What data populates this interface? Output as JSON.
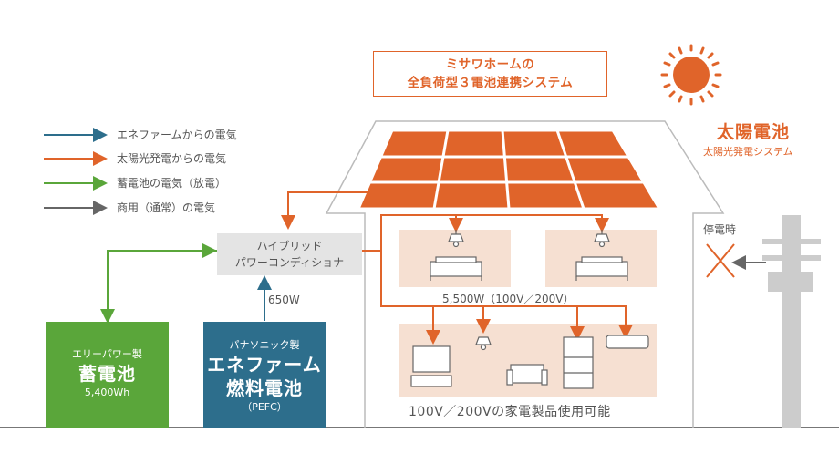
{
  "title": {
    "line1": "ミサワホームの",
    "line2": "全負荷型３電池連携システム"
  },
  "legend": [
    {
      "label": "エネファームからの電気",
      "color": "#2d6e8c"
    },
    {
      "label": "太陽光発電からの電気",
      "color": "#e0642a"
    },
    {
      "label": "蓄電池の電気（放電）",
      "color": "#5aa63a"
    },
    {
      "label": "商用（通常）の電気",
      "color": "#666666"
    }
  ],
  "solar": {
    "title": "太陽電池",
    "subtitle": "太陽光発電システム",
    "color": "#e0642a"
  },
  "pcs": {
    "line1": "ハイブリッド",
    "line2": "パワーコンディショナ"
  },
  "fuel_output": "650W",
  "battery": {
    "line1": "エリーパワー製",
    "line2": "蓄電池",
    "line3": "5,400Wh",
    "color": "#5aa63a"
  },
  "fuel_cell": {
    "line1": "パナソニック製",
    "line2": "エネファーム",
    "line3": "燃料電池",
    "line4": "（PEFC）",
    "color": "#2d6e8c"
  },
  "upper_rooms_label": "5,500W（100V／200V）",
  "appliances_label": "100V／200Vの家電製品使用可能",
  "outage_label": "停電時",
  "icons": [
    "sun-icon",
    "lamp-icon",
    "bed-icon",
    "tv-icon",
    "sofa-icon",
    "fridge-icon",
    "aircon-icon",
    "utility-pole-icon",
    "outage-x-icon"
  ]
}
